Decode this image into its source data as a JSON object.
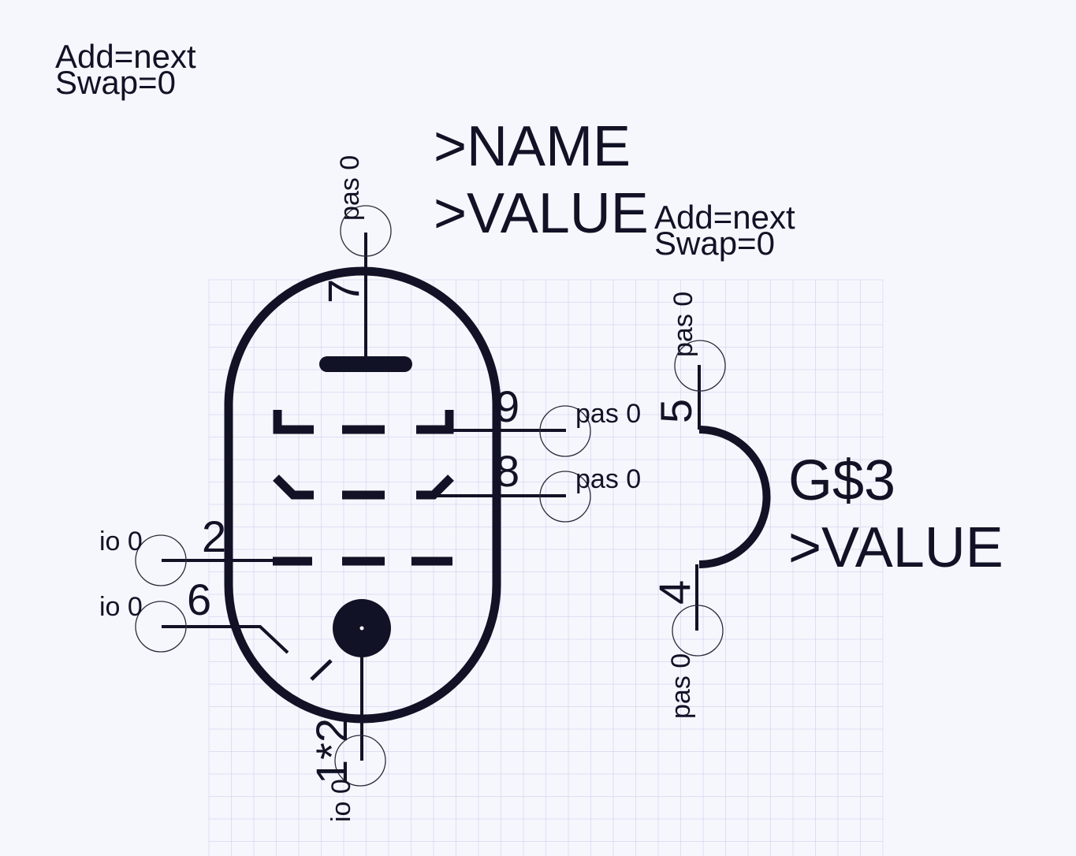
{
  "symbol_tube": {
    "gate_info": [
      "Add=next",
      "Swap=0"
    ],
    "name_placeholder": ">NAME",
    "value_placeholder": ">VALUE",
    "pins": [
      {
        "number": "7",
        "label": "pas 0"
      },
      {
        "number": "9",
        "label": "pas 0"
      },
      {
        "number": "8",
        "label": "pas 0"
      },
      {
        "number": "2",
        "label": "io 0"
      },
      {
        "number": "6",
        "label": "io 0"
      },
      {
        "number": "1*2",
        "label": "io 0"
      }
    ]
  },
  "symbol_heater": {
    "gate_info": [
      "Add=next",
      "Swap=0"
    ],
    "name": "G$3",
    "value_placeholder": ">VALUE",
    "pins": [
      {
        "number": "5",
        "label": "pas 0"
      },
      {
        "number": "4",
        "label": "pas 0"
      }
    ]
  },
  "colors": {
    "ink": "#121226",
    "background": "#f6f7fd",
    "grid": "#c9cdec"
  }
}
